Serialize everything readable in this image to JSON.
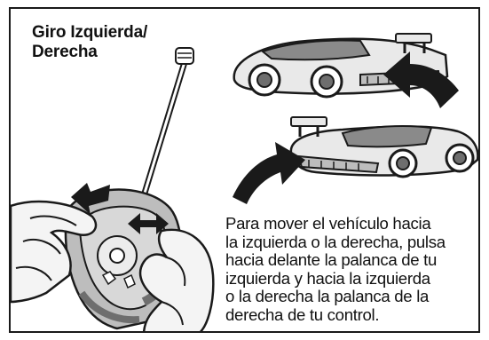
{
  "manual": {
    "title_line_1": "Giro Izquierda/",
    "title_line_2": "Derecha",
    "instruction_text": "Para mover el vehículo hacia\nla izquierda o la derecha, pulsa\nhacia delante la palanca de tu\nizquierda y hacia la izquierda\no la derecha la palanca de la\nderecha de tu control."
  },
  "illustration": {
    "car_upper": "race-car-icon",
    "car_lower": "race-car-icon",
    "arrow_upper": "curved-arrow-icon",
    "arrow_lower": "curved-arrow-icon",
    "remote": "remote-control-icon",
    "hands": "hands-icon"
  },
  "colors": {
    "ink": "#1a1a1a",
    "car_fill": "#e9e9e9",
    "remote_fill": "#bdbdbd",
    "remote_dark": "#6e6e6e",
    "skin": "#f4f4f4"
  }
}
